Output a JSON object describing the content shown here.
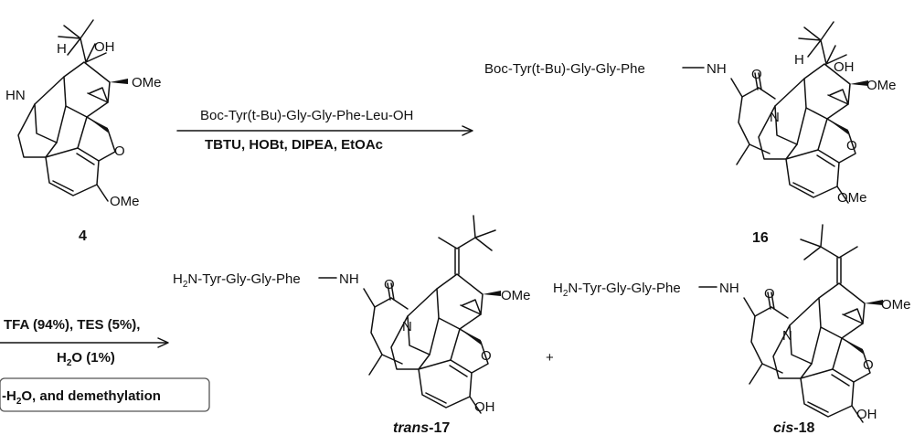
{
  "compounds": {
    "c4": "4",
    "c16": "16",
    "trans_name": "trans",
    "trans_num": "-17",
    "cis_name": "cis",
    "cis_num": "-18"
  },
  "atoms": {
    "oh": "OH",
    "ome": "OMe",
    "h": "H",
    "o": "O",
    "n": "N",
    "hn": "HN",
    "nh": "NH"
  },
  "step1": {
    "reagent": "Boc-Tyr(t-Bu)-Gly-Gly-Phe-Leu-OH",
    "conditions": "TBTU, HOBt, DIPEA, EtOAc"
  },
  "step2": {
    "conditions_line1": "TFA (94%), TES (5%),",
    "h2o_prefix": "H",
    "h2o_sub": "2",
    "h2o_suffix": "O (1%)",
    "box_prefix": "-H",
    "box_sub": "2",
    "box_suffix": "O, and demethylation"
  },
  "peptides": {
    "protected": "Boc-Tyr(t-Bu)-Gly-Gly-Phe",
    "free_prefix": "H",
    "free_sub": "2",
    "free_suffix": "N-Tyr-Gly-Gly-Phe"
  },
  "plus": "+"
}
